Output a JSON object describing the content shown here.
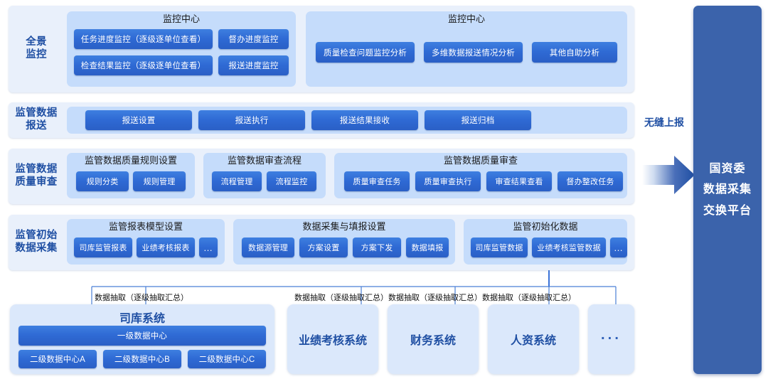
{
  "rows": [
    {
      "label": "全景\n监控",
      "panels": [
        {
          "title": "监控中心",
          "chips": [
            "任务进度监控（逐级逐单位查看）",
            "督办进度监控",
            "检查结果监控（逐级逐单位查看）",
            "报送进度监控"
          ]
        },
        {
          "title": "监控中心",
          "chips": [
            "质量检查问题监控分析",
            "多维数据报送情况分析",
            "其他自助分析"
          ]
        }
      ]
    },
    {
      "label": "监管数据\n报送",
      "panels": [
        {
          "title": "",
          "chips": [
            "报送设置",
            "报送执行",
            "报送结果接收",
            "报送归档"
          ]
        }
      ]
    },
    {
      "label": "监管数据\n质量审查",
      "panels": [
        {
          "title": "监管数据质量规则设置",
          "chips": [
            "规则分类",
            "规则管理"
          ]
        },
        {
          "title": "监管数据审查流程",
          "chips": [
            "流程管理",
            "流程监控"
          ]
        },
        {
          "title": "监管数据质量审查",
          "chips": [
            "质量审查任务",
            "质量审查执行",
            "审查结果查看",
            "督办整改任务"
          ]
        }
      ]
    },
    {
      "label": "监管初始\n数据采集",
      "panels": [
        {
          "title": "监管报表模型设置",
          "chips": [
            "司库监管报表",
            "业绩考核报表",
            "…"
          ]
        },
        {
          "title": "数据采集与填报设置",
          "chips": [
            "数据源管理",
            "方案设置",
            "方案下发",
            "数据填报"
          ]
        },
        {
          "title": "监管初始化数据",
          "chips": [
            "司库监管数据",
            "业绩考核监管数据",
            "…"
          ]
        }
      ]
    }
  ],
  "connector_labels": [
    "数据抽取（逐级抽取汇总）",
    "数据抽取（逐级抽取汇总）",
    "数据抽取（逐级抽取汇总）",
    "数据抽取（逐级抽取汇总）"
  ],
  "systems": [
    {
      "name": "司库系统",
      "primary": "一级数据中心",
      "secondary": [
        "二级数据中心A",
        "二级数据中心B",
        "二级数据中心C"
      ]
    },
    {
      "name": "业绩考核系统"
    },
    {
      "name": "财务系统"
    },
    {
      "name": "人资系统"
    },
    {
      "name": "···"
    }
  ],
  "seamless_label": "无缝上报",
  "platform": {
    "line1": "国资委",
    "line2": "数据采集",
    "line3": "交换平台"
  },
  "colors": {
    "band_bg": "#e9f0fb",
    "panel_bg": "#c5dcfb",
    "chip_blue": "#2f6ad4",
    "title_blue": "#1f4fa3",
    "platform_blue": "#3b63ab",
    "system_bg": "#dbe8fb",
    "line_blue": "#4a7fd6"
  }
}
